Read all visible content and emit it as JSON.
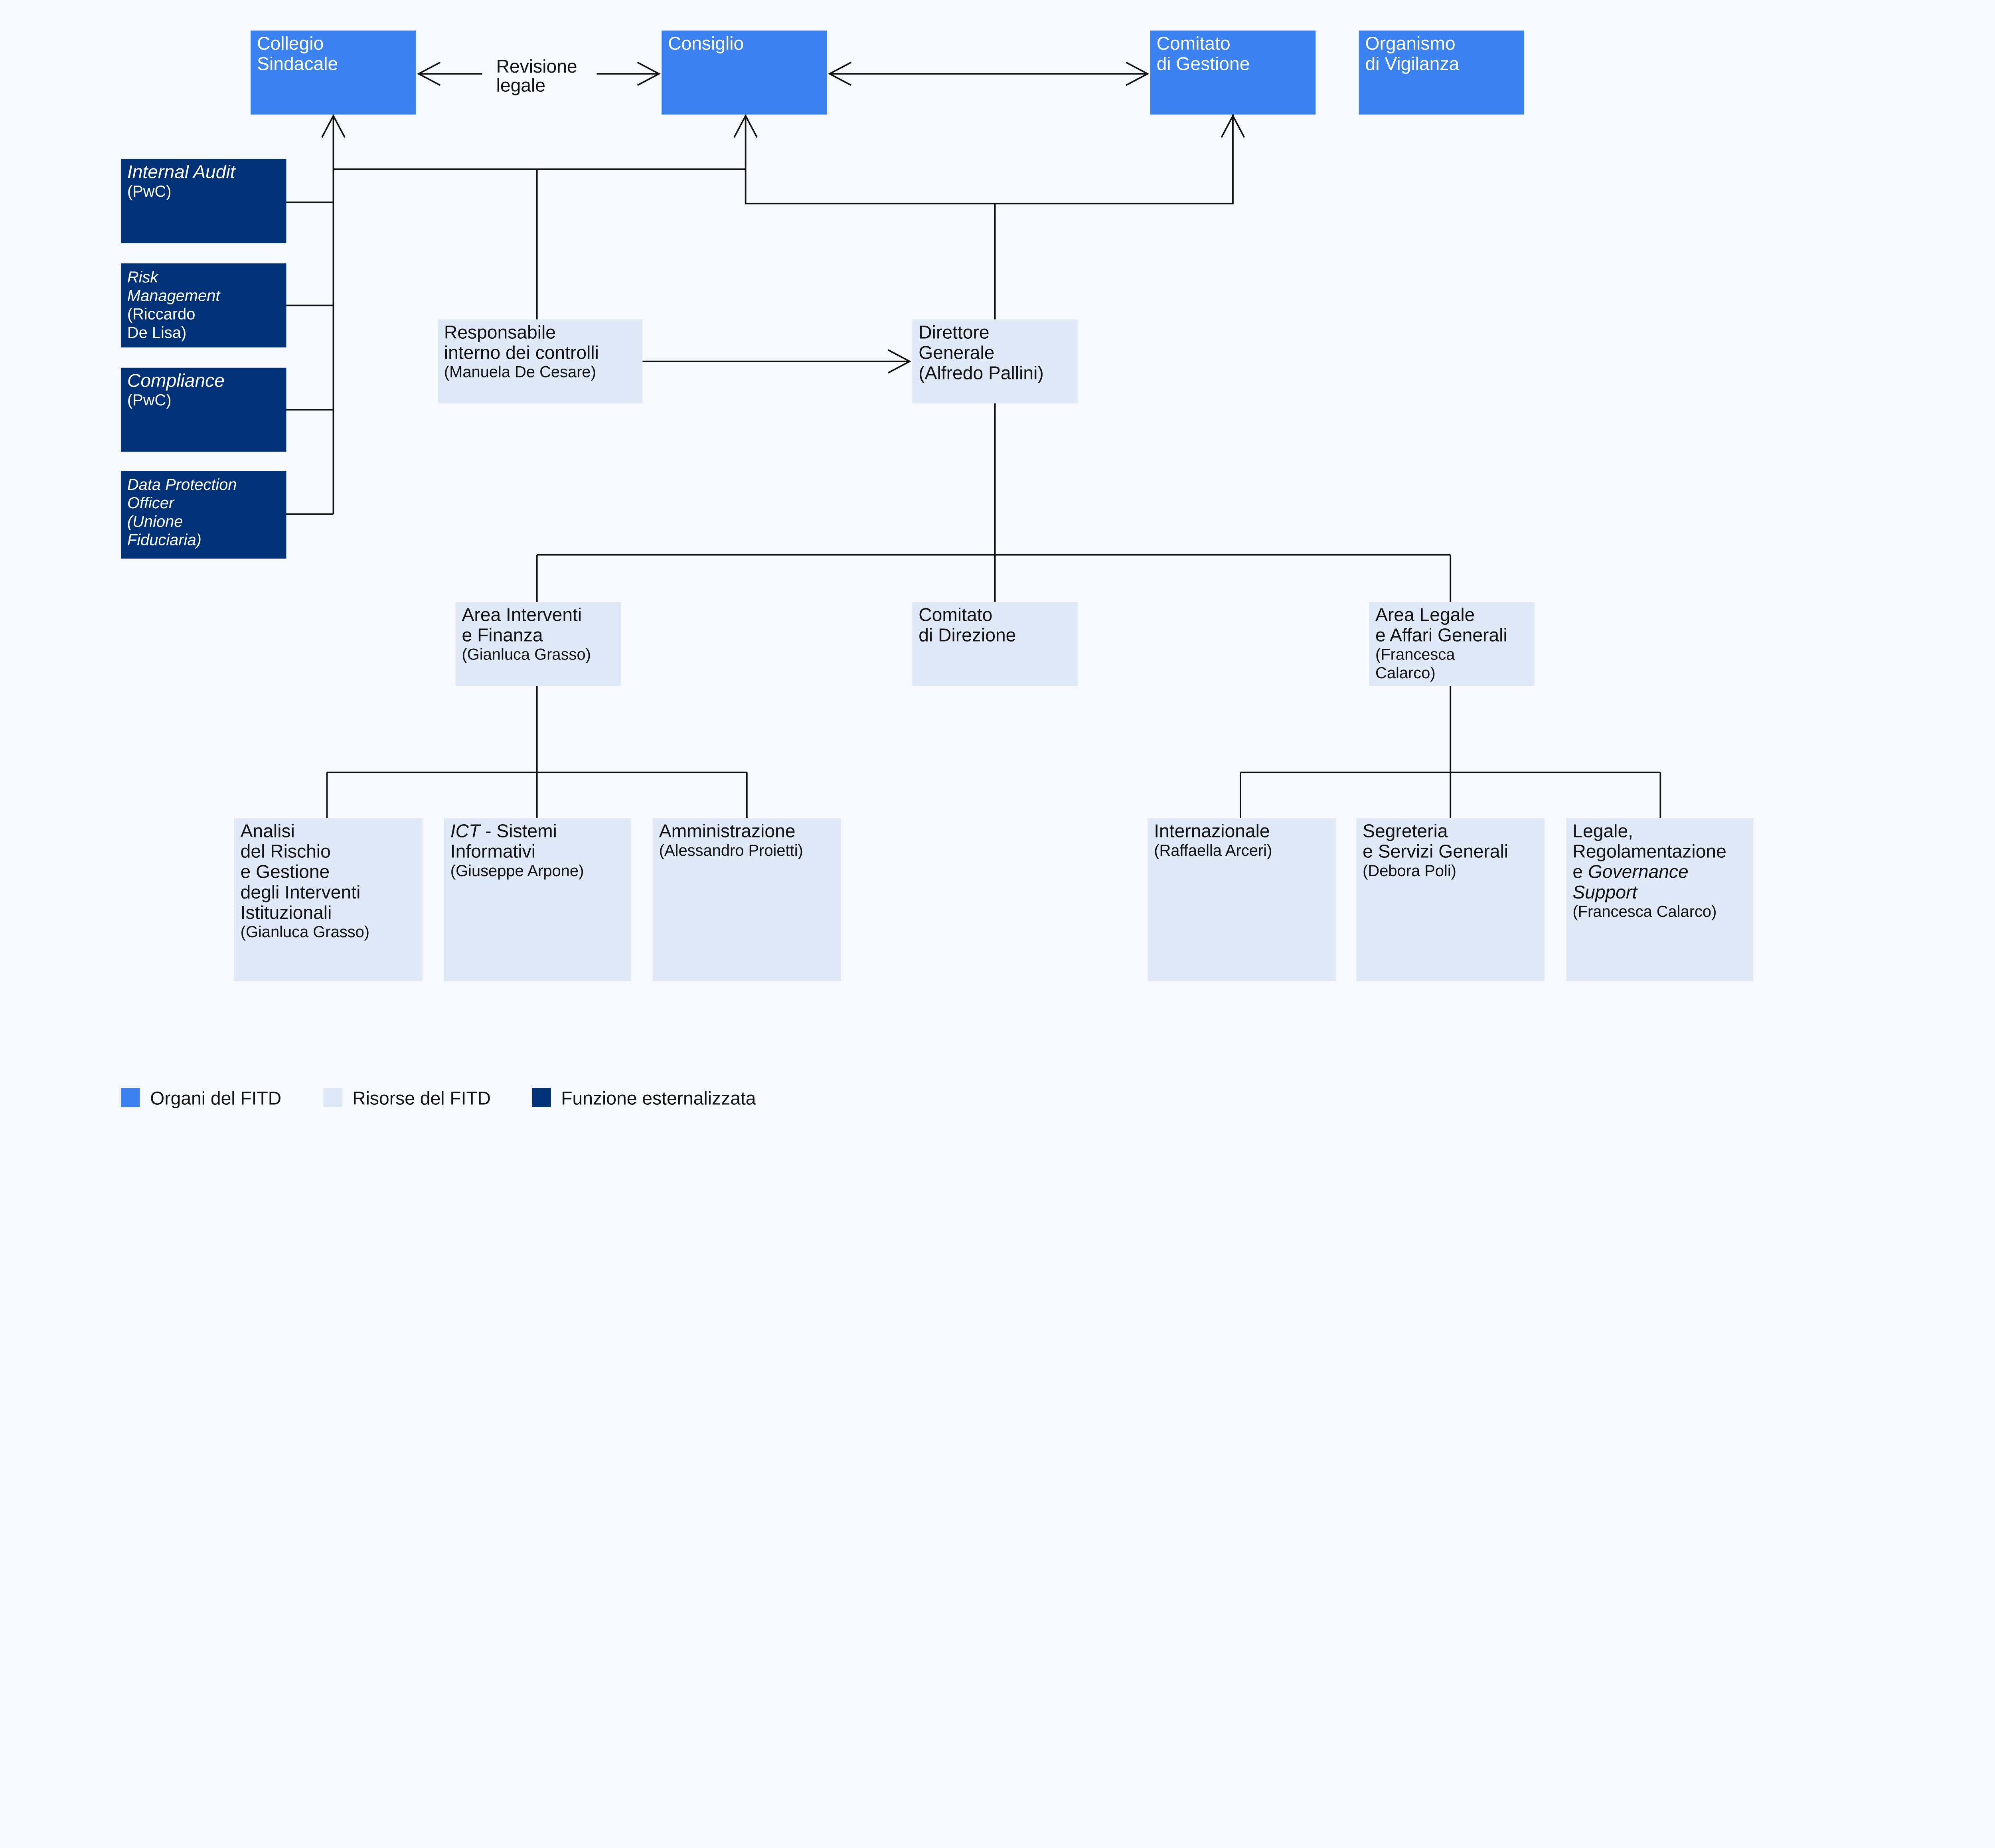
{
  "colors": {
    "background": "#f7fafd",
    "organi": "#3b82f0",
    "risorse": "#dfe9f7",
    "esternalizzata": "#003075",
    "connector": "#111111"
  },
  "edge_labels": {
    "revisione": [
      "Revisione",
      "legale"
    ]
  },
  "nodes": [
    {
      "id": "collegio-sindacale",
      "category": "organi",
      "lines": [
        [
          {
            "text": "Collegio"
          }
        ],
        [
          {
            "text": "Sindacale"
          }
        ]
      ]
    },
    {
      "id": "consiglio",
      "category": "organi",
      "lines": [
        [
          {
            "text": "Consiglio"
          }
        ]
      ]
    },
    {
      "id": "comitato-di-gestione",
      "category": "organi",
      "lines": [
        [
          {
            "text": "Comitato"
          }
        ],
        [
          {
            "text": "di Gestione"
          }
        ]
      ]
    },
    {
      "id": "organismo-di-vigilanza",
      "category": "organi",
      "lines": [
        [
          {
            "text": "Organismo"
          }
        ],
        [
          {
            "text": "di Vigilanza"
          }
        ]
      ]
    },
    {
      "id": "internal-audit",
      "category": "esternalizzata",
      "lines": [
        [
          {
            "text": "Internal Audit",
            "italic": true
          }
        ],
        [
          {
            "text": "(PwC)",
            "small": true
          }
        ]
      ]
    },
    {
      "id": "risk-management",
      "category": "esternalizzata",
      "lines": [
        [
          {
            "text": "Risk",
            "italic": true,
            "small": true
          }
        ],
        [
          {
            "text": "Management",
            "italic": true,
            "small": true
          }
        ],
        [
          {
            "text": "(Riccardo",
            "small": true
          }
        ],
        [
          {
            "text": "De Lisa)",
            "small": true
          }
        ]
      ]
    },
    {
      "id": "compliance",
      "category": "esternalizzata",
      "lines": [
        [
          {
            "text": "Compliance",
            "italic": true
          }
        ],
        [
          {
            "text": "(PwC)",
            "small": true
          }
        ]
      ]
    },
    {
      "id": "data-protection-officer",
      "category": "esternalizzata",
      "lines": [
        [
          {
            "text": "Data Protection",
            "italic": true,
            "small": true
          }
        ],
        [
          {
            "text": "Officer",
            "italic": true,
            "small": true
          }
        ],
        [
          {
            "text": "(Unione",
            "italic": true,
            "small": true
          }
        ],
        [
          {
            "text": "Fiduciaria)",
            "italic": true,
            "small": true
          }
        ]
      ]
    },
    {
      "id": "responsabile-controlli",
      "category": "risorse",
      "lines": [
        [
          {
            "text": "Responsabile"
          }
        ],
        [
          {
            "text": "interno dei controlli"
          }
        ],
        [
          {
            "text": "(Manuela De Cesare)",
            "small": true
          }
        ]
      ]
    },
    {
      "id": "direttore-generale",
      "category": "risorse",
      "lines": [
        [
          {
            "text": "Direttore"
          }
        ],
        [
          {
            "text": "Generale"
          }
        ],
        [
          {
            "text": "(Alfredo Pallini)"
          }
        ]
      ]
    },
    {
      "id": "area-interventi",
      "category": "risorse",
      "lines": [
        [
          {
            "text": "Area Interventi"
          }
        ],
        [
          {
            "text": "e Finanza"
          }
        ],
        [
          {
            "text": "(Gianluca Grasso)",
            "small": true
          }
        ]
      ]
    },
    {
      "id": "comitato-di-direzione",
      "category": "risorse",
      "lines": [
        [
          {
            "text": "Comitato"
          }
        ],
        [
          {
            "text": "di Direzione"
          }
        ]
      ]
    },
    {
      "id": "area-legale",
      "category": "risorse",
      "lines": [
        [
          {
            "text": "Area Legale"
          }
        ],
        [
          {
            "text": "e Affari Generali"
          }
        ],
        [
          {
            "text": "(Francesca",
            "small": true
          }
        ],
        [
          {
            "text": "Calarco)",
            "small": true
          }
        ]
      ]
    },
    {
      "id": "analisi-rischio",
      "category": "risorse",
      "lines": [
        [
          {
            "text": "Analisi"
          }
        ],
        [
          {
            "text": "del Rischio"
          }
        ],
        [
          {
            "text": "e Gestione"
          }
        ],
        [
          {
            "text": "degli Interventi"
          }
        ],
        [
          {
            "text": "Istituzionali"
          }
        ],
        [
          {
            "text": "(Gianluca Grasso)",
            "small": true
          }
        ]
      ]
    },
    {
      "id": "ict",
      "category": "risorse",
      "lines": [
        [
          {
            "text": "ICT",
            "italic": true
          },
          {
            "text": " - Sistemi"
          }
        ],
        [
          {
            "text": "Informativi"
          }
        ],
        [
          {
            "text": "(Giuseppe Arpone)",
            "small": true
          }
        ]
      ]
    },
    {
      "id": "amministrazione",
      "category": "risorse",
      "lines": [
        [
          {
            "text": "Amministrazione"
          }
        ],
        [
          {
            "text": "(Alessandro Proietti)",
            "small": true
          }
        ]
      ]
    },
    {
      "id": "internazionale",
      "category": "risorse",
      "lines": [
        [
          {
            "text": "Internazionale"
          }
        ],
        [
          {
            "text": "(Raffaella Arceri)",
            "small": true
          }
        ]
      ]
    },
    {
      "id": "segreteria",
      "category": "risorse",
      "lines": [
        [
          {
            "text": "Segreteria"
          }
        ],
        [
          {
            "text": "e Servizi Generali"
          }
        ],
        [
          {
            "text": "(Debora Poli)",
            "small": true
          }
        ]
      ]
    },
    {
      "id": "legale-regolamentazione",
      "category": "risorse",
      "lines": [
        [
          {
            "text": "Legale,"
          }
        ],
        [
          {
            "text": "Regolamentazione"
          }
        ],
        [
          {
            "text": "e "
          },
          {
            "text": "Governance",
            "italic": true
          }
        ],
        [
          {
            "text": "Support",
            "italic": true
          }
        ],
        [
          {
            "text": "(Francesca Calarco)",
            "small": true
          }
        ]
      ]
    }
  ],
  "legend": [
    {
      "category": "organi",
      "label": "Organi del FITD"
    },
    {
      "category": "risorse",
      "label": "Risorse del FITD"
    },
    {
      "category": "esternalizzata",
      "label": "Funzione esternalizzata"
    }
  ]
}
